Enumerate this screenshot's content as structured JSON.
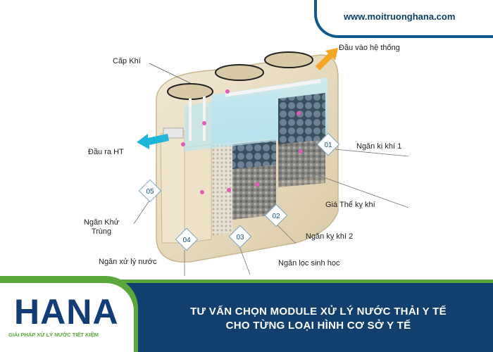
{
  "website": "www.moitruonghana.com",
  "labels": {
    "air_supply": "Cấp Khí",
    "system_inlet": "Đầu vào hệ thống",
    "outlet": "Đầu ra  HT",
    "anaerobic_1": "Ngăn kị khí 1",
    "media": "Giá Thể kỵ khí",
    "anaerobic_2": "Ngăn kỵ khí 2",
    "biofilter": "Ngăn lọc sinh học",
    "treatment": "Ngăn xử lý nước",
    "disinfection_line1": "Ngăn Khử",
    "disinfection_line2": "Trùng"
  },
  "badges": {
    "b01": "01",
    "b02": "02",
    "b03": "03",
    "b04": "04",
    "b05": "05"
  },
  "logo": {
    "word": "HANA",
    "slogan": "GIẢI PHÁP XỬ LÝ NƯỚC TIẾT KIỆM"
  },
  "headline": {
    "line1": "TƯ VẤN CHỌN MODULE XỬ LÝ NƯỚC THẢI Y TẾ",
    "line2": "CHO TỪNG LOẠI HÌNH CƠ SỞ Y TẾ"
  },
  "colors": {
    "navy": "#11406e",
    "green": "#5aa83a",
    "tank": "#e9ddc2",
    "water": "#bfe6f0"
  }
}
